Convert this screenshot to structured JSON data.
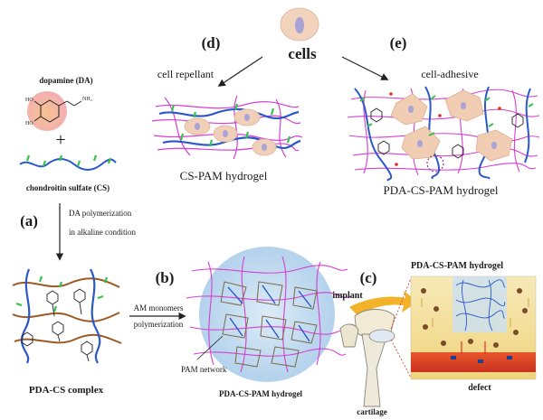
{
  "top": {
    "cells_label": "cells"
  },
  "monomer": {
    "dopamine_label": "dopamine (DA)",
    "nh2": "NH₂",
    "ho1": "HO",
    "ho2": "HO",
    "plus": "+",
    "cs_label": "chondroitin sulfate (CS)"
  },
  "step_a": {
    "letter": "(a)",
    "line1": "DA polymerization",
    "line2": "in alkaline condition",
    "product": "PDA-CS complex"
  },
  "step_b": {
    "letter": "(b)",
    "line1": "AM monomers",
    "line2": "polymerization",
    "network_label": "PAM network",
    "product": "PDA-CS-PAM hydrogel"
  },
  "step_c": {
    "letter": "(c)",
    "title": "PDA-CS-PAM hydrogel",
    "implant": "implant",
    "cartilage": "cartilage",
    "defect": "defect"
  },
  "panel_d": {
    "letter": "(d)",
    "caption": "cell repellant",
    "gel": "CS-PAM hydrogel"
  },
  "panel_e": {
    "letter": "(e)",
    "caption": "cell-adhesive",
    "gel": "PDA-CS-PAM hydrogel"
  },
  "colors": {
    "pam": "#d63fd0",
    "cs": "#2a57c9",
    "pda": "#9b5a23",
    "side": "#37c24a",
    "cell": "#f1d0ba",
    "nucleus": "#a9a3d6",
    "hub": "#b8d6ef",
    "dopa_glow": "#f3b5b5",
    "arrow_gold": "#f2b32b",
    "bone_red": "#d9442a"
  }
}
